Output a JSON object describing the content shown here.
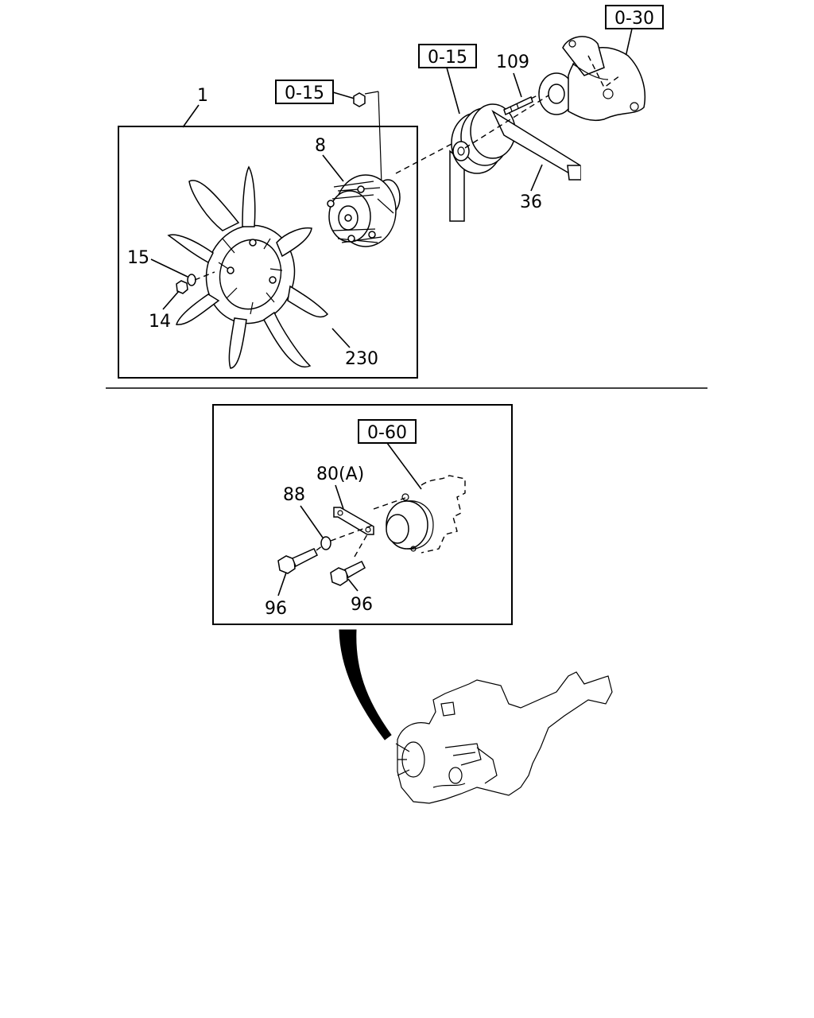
{
  "references": {
    "fan_nut": "0-15",
    "pulley": "0-15",
    "water_pump": "0-30",
    "generator": "0-60"
  },
  "callouts": {
    "fan_assembly": "1",
    "fan_clutch": "8",
    "washer": "15",
    "nut": "14",
    "fan": "230",
    "stud": "109",
    "v_belt": "36",
    "bracket": "80(A)",
    "gen_washer": "88",
    "bolt_lower": "96",
    "bolt_right": "96"
  }
}
